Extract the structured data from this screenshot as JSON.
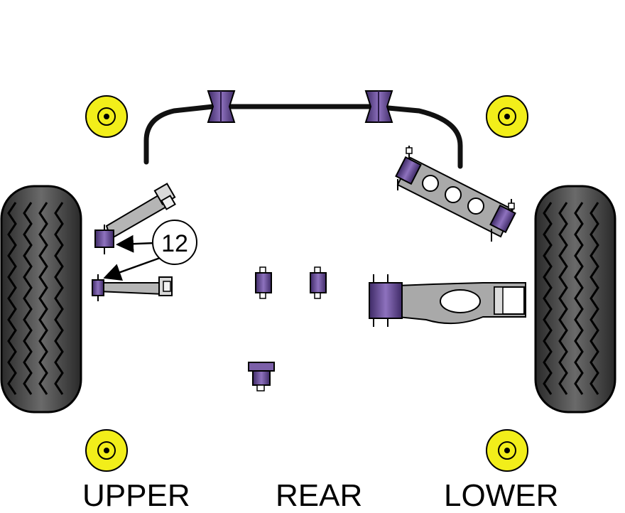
{
  "callout": {
    "number": "12"
  },
  "labels": {
    "left": "UPPER",
    "center": "REAR",
    "right": "LOWER"
  },
  "colors": {
    "bush_purple": "#7B5FA8",
    "bush_purple_dark": "#3E2A66",
    "metal_gray": "#A9A9A9",
    "tyre_dark": "#3A3A3A",
    "marker_yellow": "#F2EE1A",
    "outline": "#000000"
  },
  "icons": [
    "tyre-icon",
    "anti-roll-bar-icon",
    "bush-icon",
    "wishbone-arm-icon",
    "yellow-marker-icon",
    "arrow-icon"
  ]
}
